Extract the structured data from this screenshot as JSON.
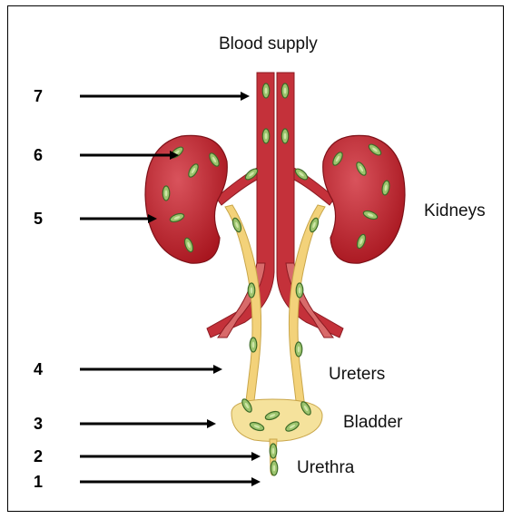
{
  "labels": {
    "blood_supply": "Blood supply",
    "kidneys": "Kidneys",
    "ureters": "Ureters",
    "bladder": "Bladder",
    "urethra": "Urethra"
  },
  "markers": [
    "7",
    "6",
    "5",
    "4",
    "3",
    "2",
    "1"
  ],
  "colors": {
    "kidney": "#b81e2a",
    "kidney_highlight": "#d9535c",
    "vessel": "#c4313a",
    "ureter": "#f3d27a",
    "bladder": "#f5e29c",
    "bacteria": "#7fa85a",
    "arrow": "#000000"
  }
}
